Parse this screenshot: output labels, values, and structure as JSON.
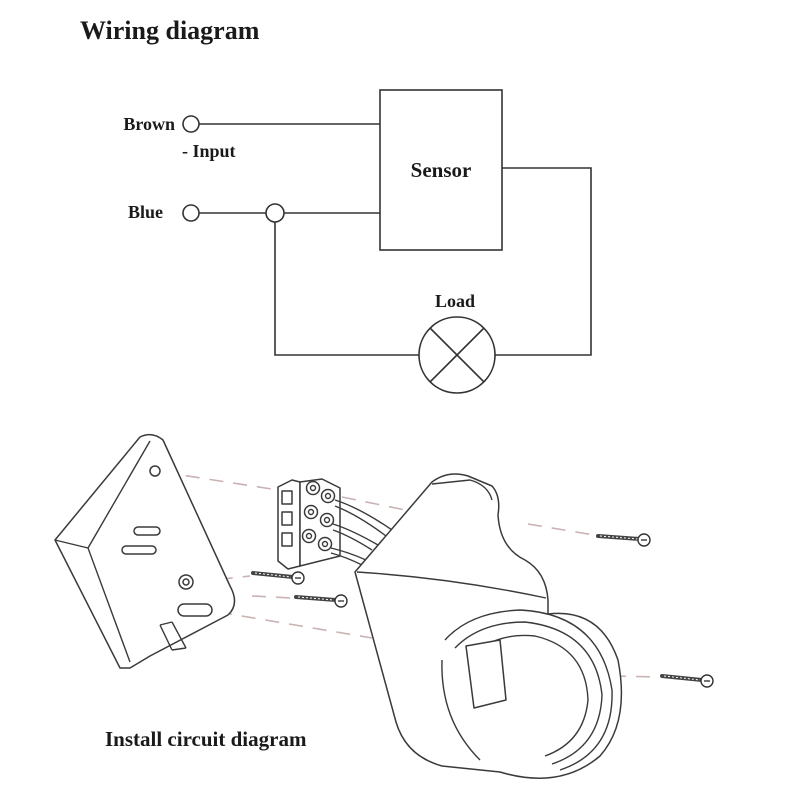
{
  "title": "Wiring diagram",
  "circuit": {
    "brown_label": "Brown",
    "input_label": "- Input",
    "blue_label": "Blue",
    "sensor_label": "Sensor",
    "load_label": "Load"
  },
  "install": {
    "caption": "Install circuit diagram"
  }
}
